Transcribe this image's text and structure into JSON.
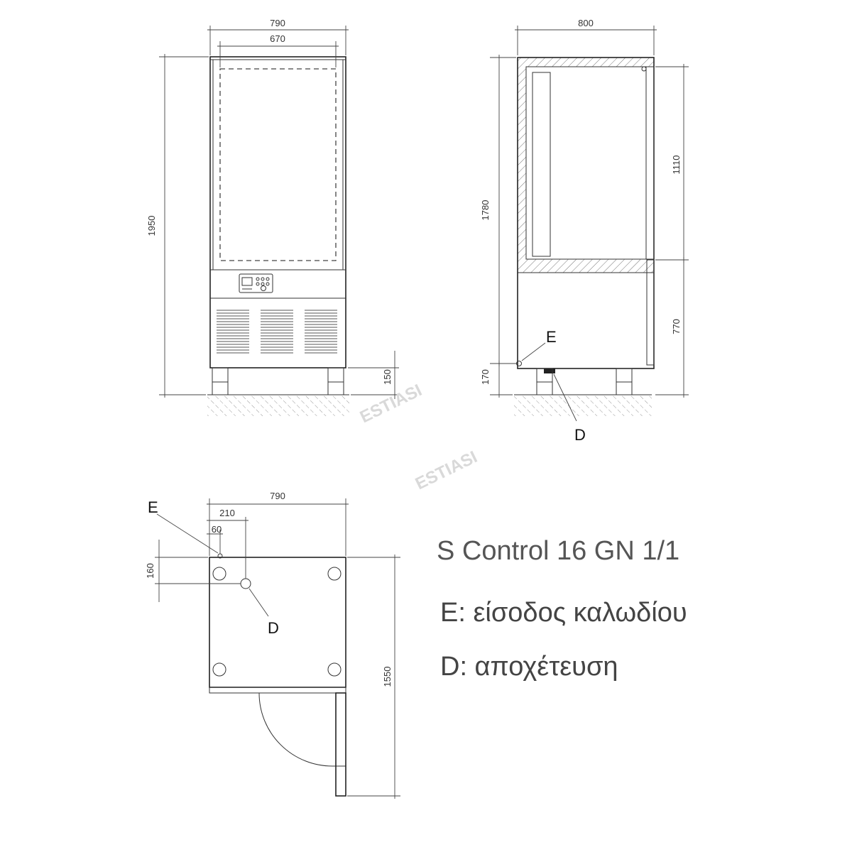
{
  "title": "S Control 16 GN 1/1",
  "legend": {
    "e": "E: είσοδος καλωδίου",
    "d": "D: αποχέτευση"
  },
  "labels": {
    "e": "E",
    "d": "D"
  },
  "watermark": "ESTIASI",
  "front_view": {
    "width_outer": "790",
    "width_inner": "670",
    "height_total": "1950",
    "leg_height": "150"
  },
  "side_view": {
    "depth": "800",
    "height": "1780",
    "door_height": "1110",
    "base_height": "770",
    "cable_height": "170"
  },
  "plan_view": {
    "width": "790",
    "offset_d": "210",
    "offset_e": "60",
    "depth_offset": "160",
    "total_depth": "1550"
  }
}
